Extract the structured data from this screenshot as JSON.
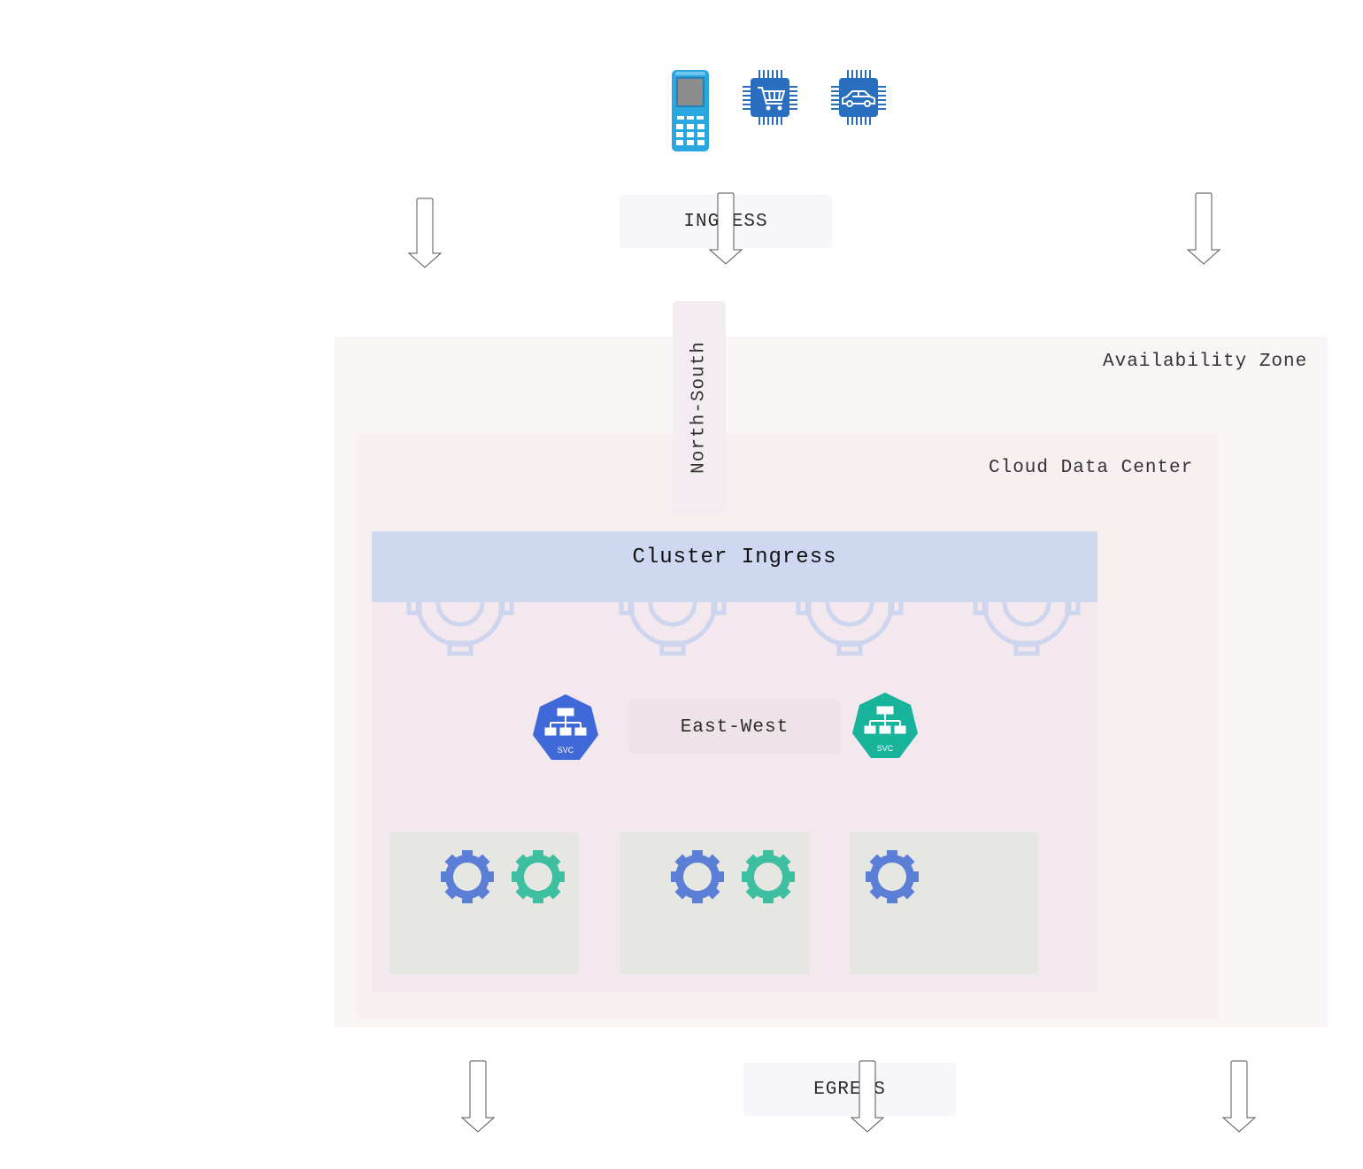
{
  "labels": {
    "ingress": "INGRESS",
    "egress": "EGRESS",
    "north_south": "North-South",
    "east_west": "East-West",
    "availability_zone": "Availability Zone",
    "cloud_data_center": "Cloud Data Center",
    "cluster_ingress": "Cluster Ingress",
    "svc": "SVC"
  },
  "icons": {
    "clients": [
      "mobile-phone-icon",
      "shopping-cart-chip-icon",
      "car-chip-icon"
    ],
    "services": [
      "service-blue-icon",
      "service-teal-icon"
    ],
    "pods": [
      "gear-blue-icon",
      "gear-teal-icon"
    ]
  },
  "colors": {
    "blue": "#5b7fd6",
    "teal": "#3dbfa0",
    "svc_blue": "#3f69d9",
    "svc_teal": "#17b39a",
    "chip_blue": "#2a6fbf",
    "phone_blue": "#2aa7e0"
  }
}
